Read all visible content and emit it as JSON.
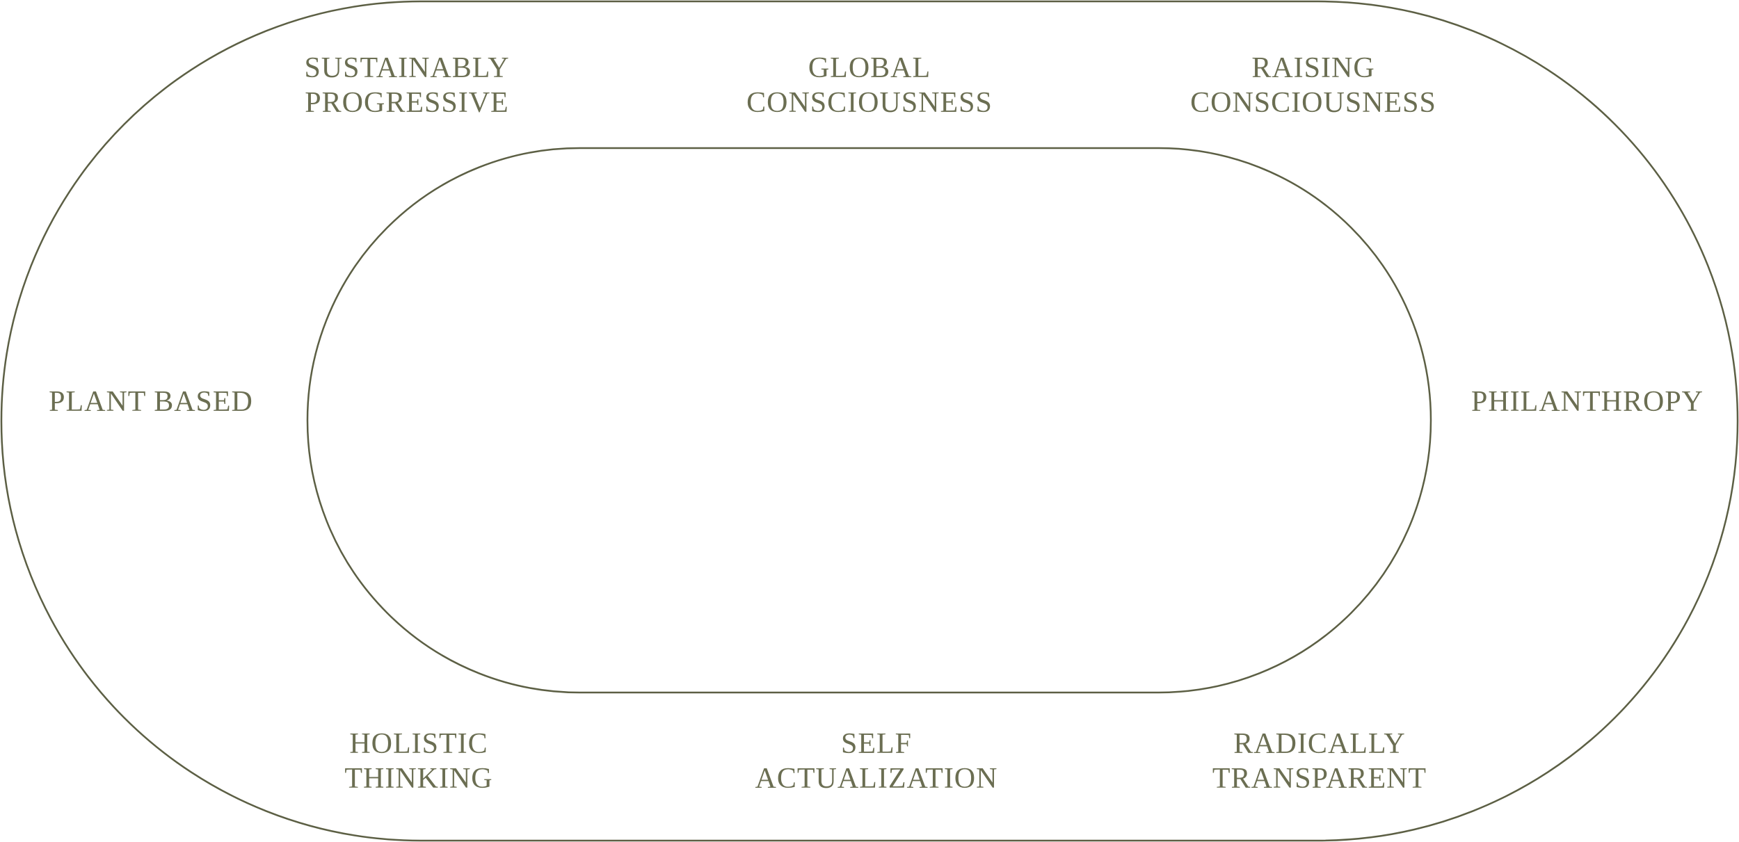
{
  "colors": {
    "stroke": "#5c5f44",
    "text": "#6b6e52",
    "background": "#ffffff"
  },
  "labels": {
    "sustainably_progressive": [
      "SUSTAINABLY",
      "PROGRESSIVE"
    ],
    "global_consciousness": [
      "GLOBAL",
      "CONSCIOUSNESS"
    ],
    "raising_consciousness": [
      "RAISING",
      "CONSCIOUSNESS"
    ],
    "plant_based": [
      "PLANT BASED"
    ],
    "philanthropy": [
      "PHILANTHROPY"
    ],
    "holistic_thinking": [
      "HOLISTIC",
      "THINKING"
    ],
    "self_actualization": [
      "SELF",
      "ACTUALIZATION"
    ],
    "radically_transparent": [
      "RADICALLY",
      "TRANSPARENT"
    ]
  }
}
